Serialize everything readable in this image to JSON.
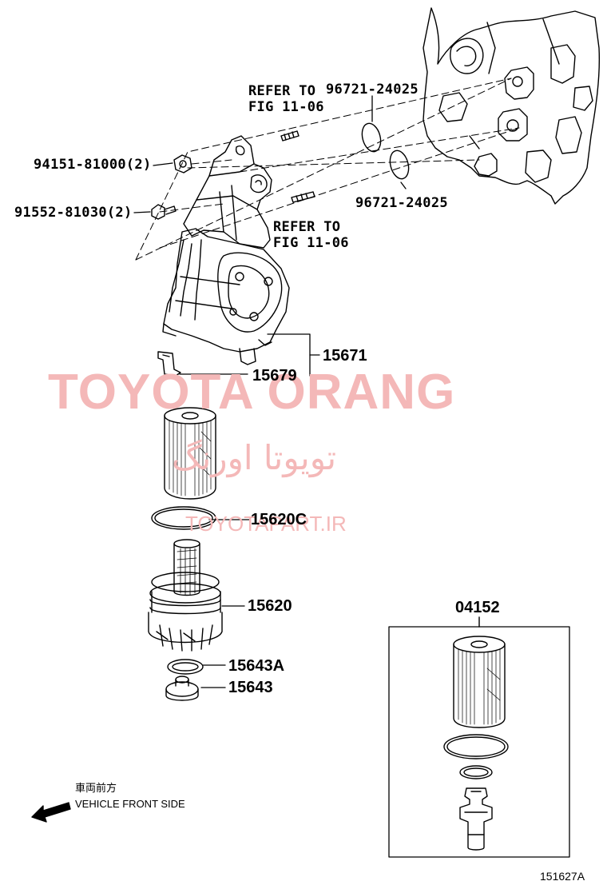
{
  "labels": {
    "refer_top_1": "REFER TO",
    "refer_top_2": "FIG 11-06",
    "part_96721_top": "96721-24025",
    "part_94151": "94151-81000(2)",
    "part_91552": "91552-81030(2)",
    "part_96721_bottom": "96721-24025",
    "refer_mid_1": "REFER TO",
    "refer_mid_2": "FIG 11-06",
    "part_15671": "15671",
    "part_15679": "15679",
    "part_15620C": "15620C",
    "part_15620": "15620",
    "part_15643A": "15643A",
    "part_15643": "15643",
    "part_04152": "04152",
    "front_jp": "車両前方",
    "front_en": "VEHICLE FRONT SIDE",
    "figure_id": "151627A"
  },
  "watermark": {
    "brand": "TOYOTA ORANG",
    "farsi": "تویوتا اورنگ",
    "url": "TOYOTAPART.IR",
    "color": "#f4b8b8"
  },
  "icons": {
    "front_arrow": "arrow-left-down-icon"
  }
}
